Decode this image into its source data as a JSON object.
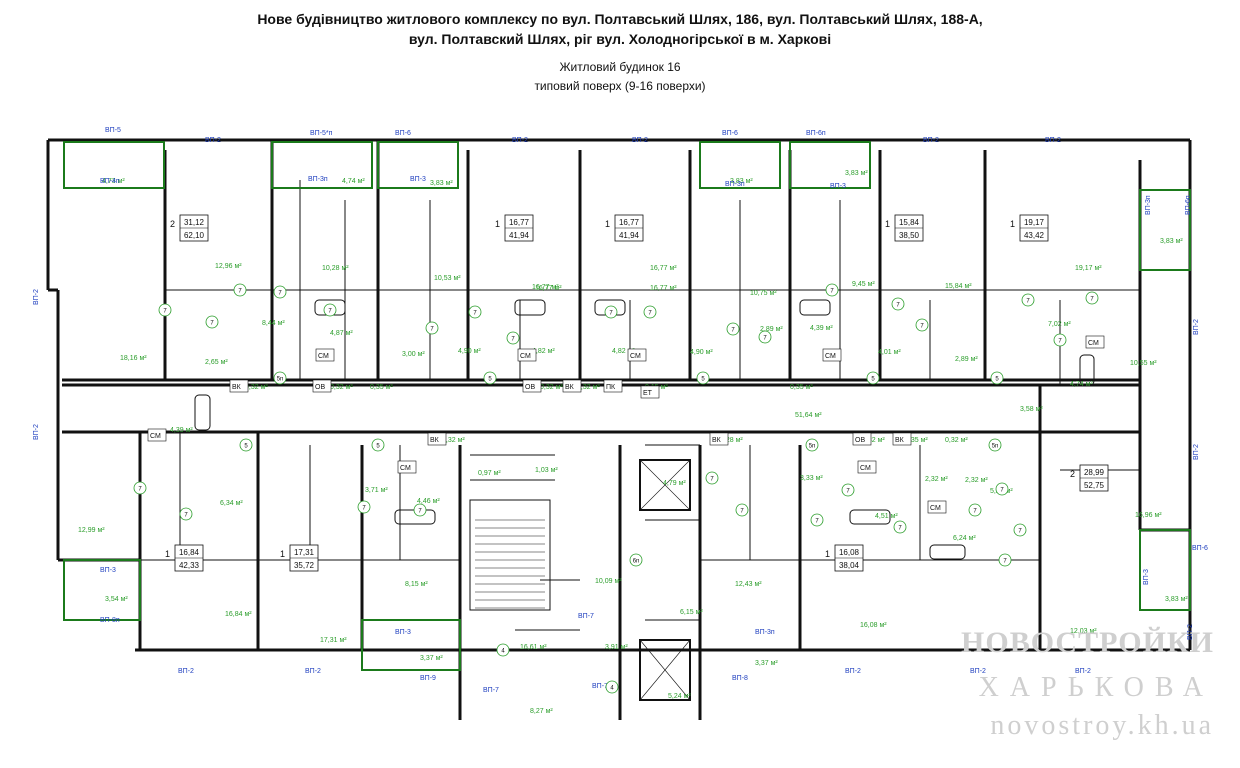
{
  "header": {
    "title_line1": "Нове будівництво житлового комплексу по вул. Полтавський Шлях, 186, вул. Полтавський Шлях, 188-А,",
    "title_line2": "вул. Полтавский Шлях, ріг вул. Холодногірської в м. Харкові",
    "building": "Житловий будинок 16",
    "floor": "типовий поверх (9-16 поверхи)"
  },
  "colors": {
    "wall": "#111111",
    "area": "#2a9d2a",
    "glass": "#1b7a1b"
  },
  "apartments": [
    {
      "rooms": "2",
      "living": "31,12",
      "total": "62,10"
    },
    {
      "rooms": "1",
      "living": "16,77",
      "total": "41,94"
    },
    {
      "rooms": "1",
      "living": "16,77",
      "total": "41,94"
    },
    {
      "rooms": "1",
      "living": "15,84",
      "total": "38,50"
    },
    {
      "rooms": "1",
      "living": "19,17",
      "total": "43,42"
    },
    {
      "rooms": "2",
      "living": "28,99",
      "total": "52,75"
    },
    {
      "rooms": "1",
      "living": "16,84",
      "total": "42,33"
    },
    {
      "rooms": "1",
      "living": "17,31",
      "total": "35,72"
    },
    {
      "rooms": "1",
      "living": "16,08",
      "total": "38,04"
    }
  ],
  "areas": [
    "4,73 м²",
    "4,74 м²",
    "3,83 м²",
    "3,83 м²",
    "3,83 м²",
    "3,83 м²",
    "12,96 м²",
    "10,28 м²",
    "10,53 м²",
    "16,77 м²",
    "16,77 м²",
    "10,75 м²",
    "9,45 м²",
    "15,84 м²",
    "19,17 м²",
    "8,44 м²",
    "4,87 м²",
    "16,77 м²",
    "16,77 м²",
    "2,89 м²",
    "4,39 м²",
    "7,02 м²",
    "18,16 м²",
    "2,65 м²",
    "3,00 м²",
    "4,90 м²",
    "4,82 м²",
    "4,82 м²",
    "4,90 м²",
    "4,01 м²",
    "2,89 м²",
    "10,55 м²",
    "4,74 м²",
    "0,32 м²",
    "0,32 м²",
    "0,35 м²",
    "0,32 м²",
    "0,32 м²",
    "0,15 м²",
    "0,35 м²",
    "4,39 м²",
    "3,58 м²",
    "51,64 м²",
    "0,32 м²",
    "0,28 м²",
    "0,32 м²",
    "0,35 м²",
    "0,32 м²",
    "6,34 м²",
    "3,71 м²",
    "4,46 м²",
    "4,79 м²",
    "3,33 м²",
    "2,32 м²",
    "5,25 м²",
    "4,51 м²",
    "6,24 м²",
    "12,99 м²",
    "8,15 м²",
    "10,09 м²",
    "12,43 м²",
    "16,96 м²",
    "3,54 м²",
    "16,84 м²",
    "17,31 м²",
    "6,15 м²",
    "16,08 м²",
    "3,83 м²",
    "12,03 м²",
    "3,91 м²",
    "16,61 м²",
    "3,37 м²",
    "3,37 м²",
    "5,24 м²",
    "8,27 м²",
    "0,97 м²",
    "1,03 м²",
    "2,32 м²"
  ],
  "window_labels": [
    "ВП-5",
    "ВП-2",
    "ВП-5*п",
    "ВП-6",
    "ВП-2",
    "ВП-2",
    "ВП-6",
    "ВП-6п",
    "ВП-2",
    "ВП-2",
    "ВП-4п",
    "ВП-3п",
    "ВП-3",
    "ВП-3п",
    "ВП-3",
    "ВП-3п",
    "ВП-6п",
    "ВП-2",
    "ВП-2",
    "ВП-2",
    "ВП-2",
    "ВП-3",
    "ВП-8п",
    "ВП-3",
    "ВП-3п",
    "ВП-6",
    "ВП-3",
    "ВП-2",
    "ВП-2",
    "ВП-9",
    "ВП-7",
    "ВП-7",
    "ВП-8",
    "ВП-2",
    "ВП-2",
    "ВП-2",
    "ВП-2",
    "ВП-7"
  ],
  "tags": [
    "СМ",
    "ВК",
    "ОВ",
    "ПК",
    "ЕТ"
  ],
  "markers": [
    "7",
    "5",
    "5п",
    "6п",
    "4"
  ],
  "watermark": {
    "line1": "НОВОСТРОЙКИ",
    "line2": "ХАРЬКОВА",
    "line3": "novostroy.kh.ua"
  }
}
